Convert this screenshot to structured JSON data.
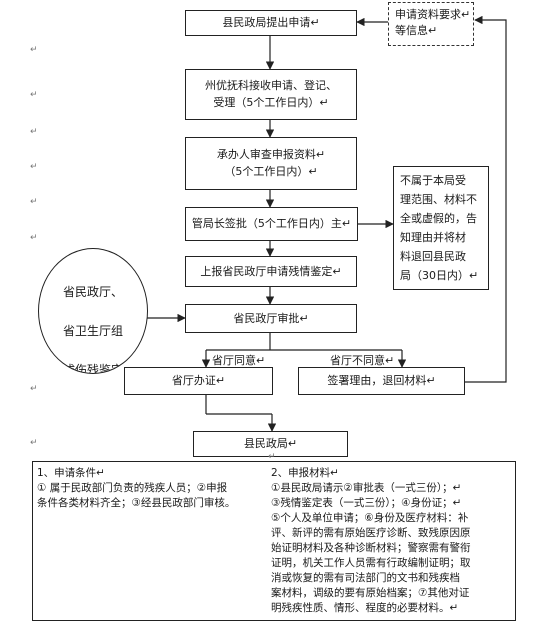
{
  "flow": {
    "county_apply": "县民政局提出申请↵",
    "county_supplement": "申请资料要求↵",
    "county_supplement_2": "等信息↵",
    "step1_line1": "州优抚科接收申请、登记、",
    "step1_line2": "受理（5个工作日内）↵",
    "step2_line1": "承办人审查申报资料↵",
    "step2_line2": "（5个工作日内）↵",
    "step3": "管局长签批（5个工作日内）主↵",
    "step4": "上报省民政厅申请残情鉴定↵",
    "step5": "省民政厅审批↵",
    "agree_label": "省厅同意↵",
    "disagree_label": "省厅不同意↵",
    "agree_result": "省厅办证↵",
    "disagree_result": "签署理由，退回材料↵",
    "final": "县民政局↵",
    "reject_note": [
      "不属于本局受",
      "理范围、材料不",
      "全或虚假的，告",
      "知理由并将材",
      "料退回县民政",
      "局（30日内）↵"
    ],
    "ellipse_lines": [
      "省民政厅、",
      "省卫生厅组",
      "成伤残鉴定"
    ]
  },
  "conditions": {
    "heading": "1、申请条件↵",
    "lines": [
      "①    属于民政部门负责的残疾人员；②申报",
      "条件各类材料齐全；③经县民政部门审核。"
    ]
  },
  "materials": {
    "heading": "2、申报材料↵",
    "lines": [
      "①县民政局请示②审批表（一式三份）；↵",
      "③残情鉴定表（一式三份）；④身份证；↵",
      "⑤个人及单位申请；⑥身份及医疗材料：补",
      "评、新评的需有原始医疗诊断、致残原因原",
      "始证明材料及各种诊断材料；警察需有警衔",
      "证明，机关工作人员需有行政编制证明；取",
      "消或恢复的需有司法部门的文书和残疾档",
      "案材料，调级的要有原始档案；⑦其他对证",
      "明残疾性质、情形、程度的必要材料。↵"
    ]
  },
  "margin_mark": "↵",
  "colors": {
    "stroke": "#222222",
    "text": "#1a1a1a"
  }
}
